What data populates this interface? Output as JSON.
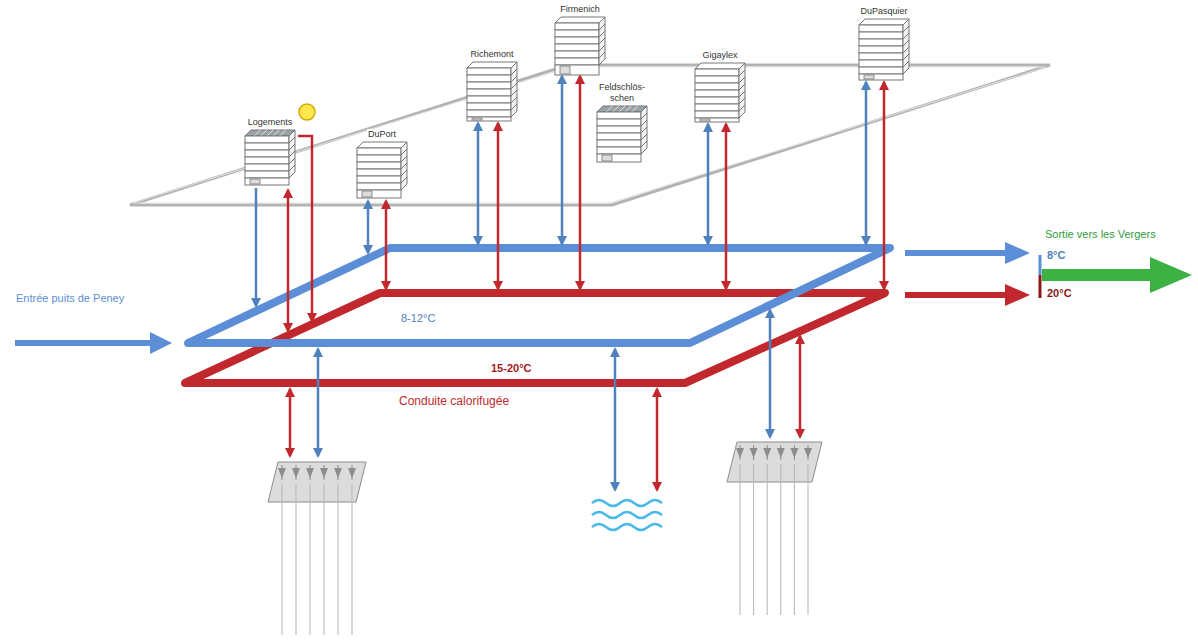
{
  "diagram": {
    "nodes": [
      {
        "text": [
          "Logements"
        ]
      },
      {
        "text": [
          "DuPort"
        ]
      },
      {
        "text": [
          "Richemont"
        ]
      },
      {
        "text": [
          "Firmenich"
        ]
      },
      {
        "text": [
          "Feldschlös- schen"
        ]
      },
      {
        "text": [
          "Gigaylex"
        ]
      },
      {
        "text": [
          "DuPasquier"
        ]
      }
    ],
    "labels": [
      "Entrée puits de Peney",
      "Sortie vers les Vergers",
      "8°C",
      "20°C",
      "8-12°C",
      "15-20°C",
      "Conduite calorifugée"
    ]
  }
}
